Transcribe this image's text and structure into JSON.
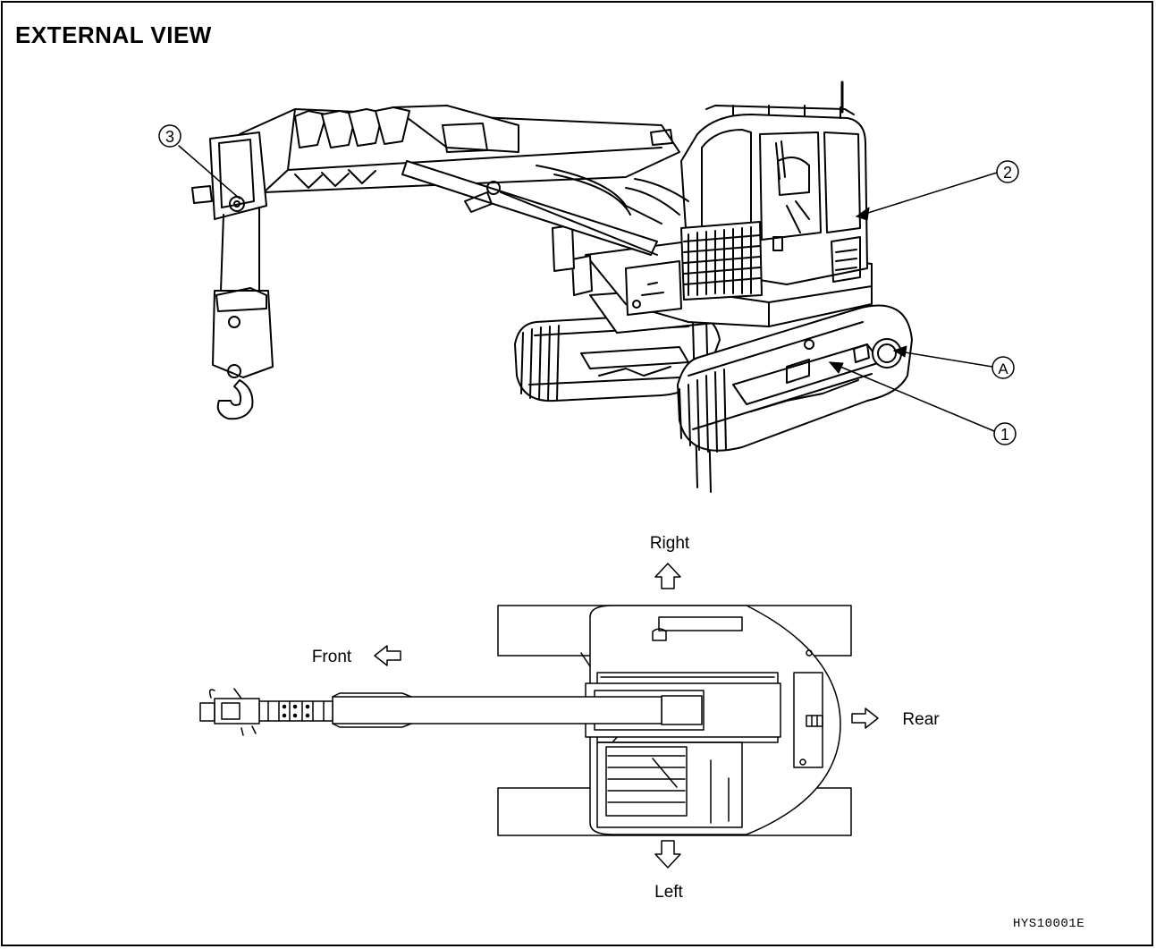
{
  "title": "EXTERNAL VIEW",
  "callouts": {
    "c1": "1",
    "c2": "2",
    "c3": "3",
    "cA": "A"
  },
  "directions": {
    "right": "Right",
    "front": "Front",
    "rear": "Rear",
    "left": "Left"
  },
  "figure_code": "HYS10001E"
}
